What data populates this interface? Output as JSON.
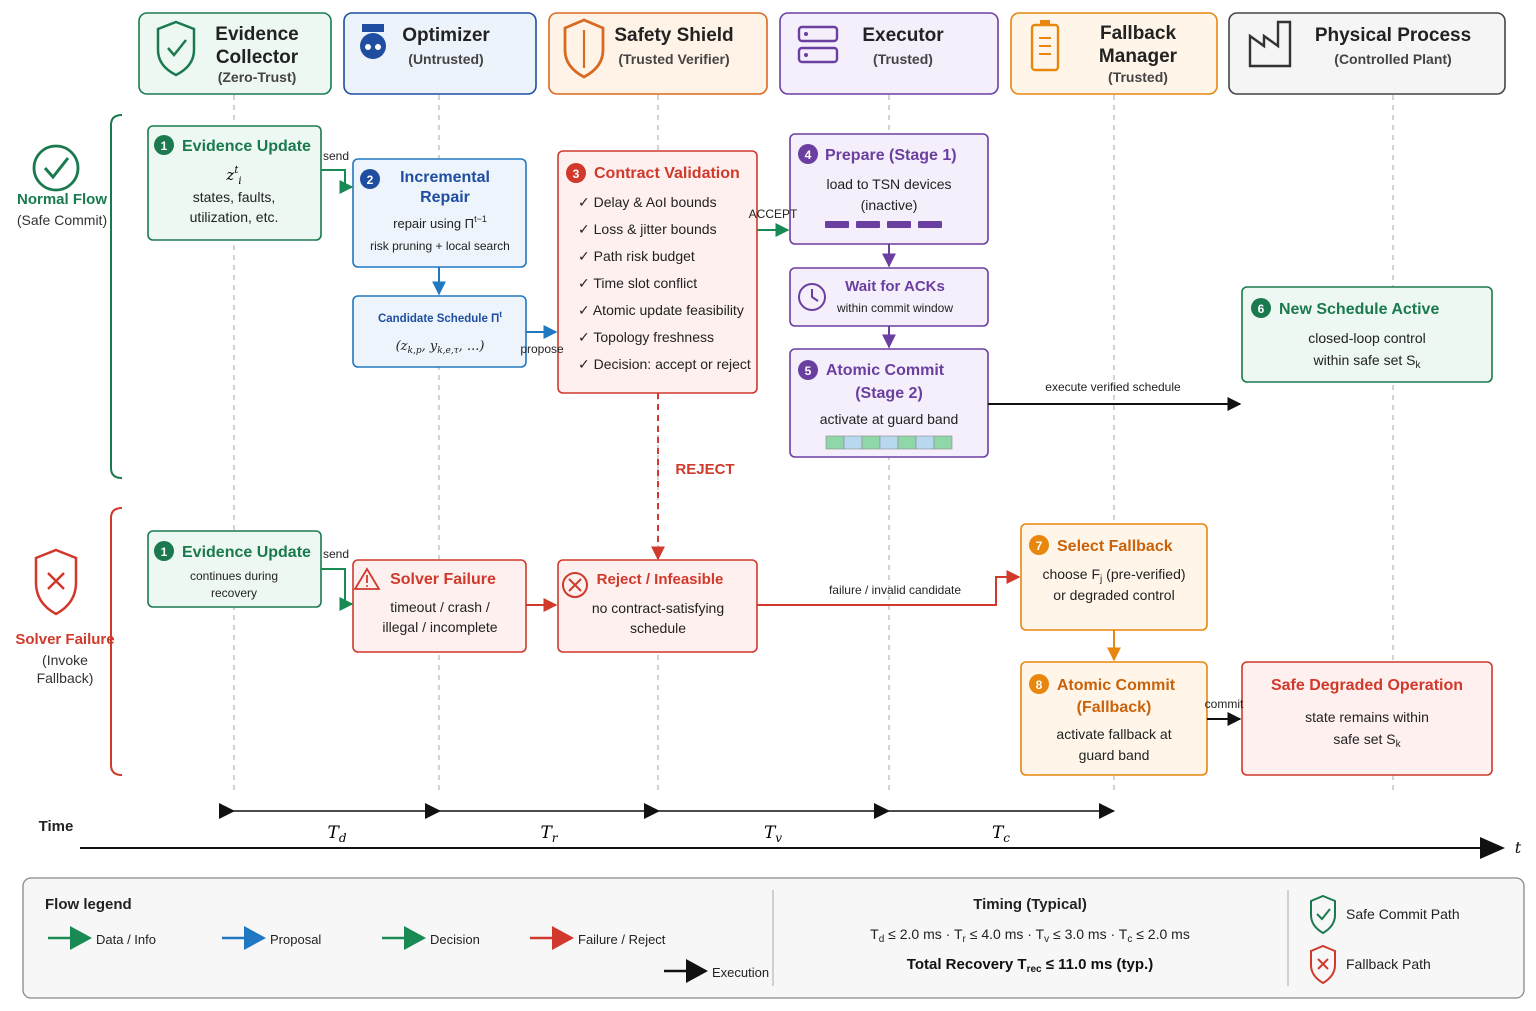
{
  "lanes": [
    {
      "title_lines": [
        "Evidence",
        "Collector"
      ],
      "subtitle": "(Zero-Trust)",
      "icon": "shield-check-icon",
      "color": "#1a7a4e"
    },
    {
      "title_lines": [
        "Optimizer"
      ],
      "subtitle": "(Untrusted)",
      "icon": "robot-icon",
      "color": "#1f4ea1"
    },
    {
      "title_lines": [
        "Safety Shield"
      ],
      "subtitle": "(Trusted Verifier)",
      "icon": "shield-icon",
      "color": "#d86a1f"
    },
    {
      "title_lines": [
        "Executor"
      ],
      "subtitle": "(Trusted)",
      "icon": "server-icon",
      "color": "#6b3fa0"
    },
    {
      "title_lines": [
        "Fallback",
        "Manager"
      ],
      "subtitle": "(Trusted)",
      "icon": "battery-icon",
      "color": "#e8860e"
    },
    {
      "title_lines": [
        "Physical Process"
      ],
      "subtitle": "(Controlled Plant)",
      "icon": "factory-icon",
      "color": "#444444"
    }
  ],
  "side": {
    "normal": {
      "title": "Normal Flow",
      "subtitle": "(Safe Commit)"
    },
    "failure": {
      "title": "Solver Failure",
      "subtitle_lines": [
        "(Invoke",
        "Fallback)"
      ]
    }
  },
  "boxes": {
    "evidence_update": {
      "num": "1",
      "title": "Evidence Update",
      "z": "z",
      "z_sup": "t",
      "z_sub": "i",
      "lines": [
        "states, faults,",
        "utilization, etc."
      ]
    },
    "incremental_repair": {
      "num": "2",
      "title_lines": [
        "Incremental",
        "Repair"
      ],
      "line1": "repair using Π",
      "line1_sup": "t−1",
      "line2": "risk pruning + local search"
    },
    "candidate": {
      "title": "Candidate Schedule Π",
      "title_sup": "t",
      "formula": "(z",
      "formula_sub1": "k,p",
      "formula_mid": ", y",
      "formula_sub2": "k,e,τ",
      "formula_end": ", ...)"
    },
    "contract": {
      "num": "3",
      "title": "Contract Validation",
      "items": [
        "✓ Delay & AoI bounds",
        "✓ Loss & jitter bounds",
        "✓ Path risk budget",
        "✓ Time slot conflict",
        "✓ Atomic update feasibility",
        "✓ Topology freshness",
        "✓ Decision: accept or reject"
      ]
    },
    "prepare": {
      "num": "4",
      "title": "Prepare (Stage 1)",
      "lines": [
        "load to TSN devices",
        "(inactive)"
      ]
    },
    "wait": {
      "title": "Wait for ACKs",
      "sub": "within commit window"
    },
    "atomic": {
      "num": "5",
      "title_lines": [
        "Atomic Commit",
        "(Stage 2)"
      ],
      "line": "activate at guard band"
    },
    "new_schedule": {
      "num": "6",
      "title": "New Schedule Active",
      "line1": "closed-loop control",
      "line2": "within safe set S",
      "line2_sub": "k"
    },
    "evidence_update2": {
      "num": "1",
      "title": "Evidence Update",
      "lines": [
        "continues during",
        "recovery"
      ]
    },
    "solver_failure": {
      "title": "Solver Failure",
      "lines": [
        "timeout / crash /",
        "illegal / incomplete"
      ]
    },
    "reject": {
      "title": "Reject / Infeasible",
      "lines": [
        "no contract-satisfying",
        "schedule"
      ]
    },
    "select_fallback": {
      "num": "7",
      "title": "Select Fallback",
      "line1": "choose F",
      "line1_sub": "j",
      "line1_end": " (pre-verified)",
      "line2": "or degraded control"
    },
    "atomic_fallback": {
      "num": "8",
      "title_lines": [
        "Atomic Commit",
        "(Fallback)"
      ],
      "lines": [
        "activate fallback at",
        "guard band"
      ]
    },
    "safe_degraded": {
      "title": "Safe Degraded Operation",
      "line1": "state remains within",
      "line2": "safe set S",
      "line2_sub": "k"
    }
  },
  "arrow_labels": {
    "send": "send",
    "send2": "send",
    "propose": "propose",
    "accept": "ACCEPT",
    "reject": "REJECT",
    "execute": "execute verified schedule",
    "failure_invalid": "failure / invalid candidate",
    "commit": "commit"
  },
  "timeline": {
    "label": "Time",
    "intervals": [
      {
        "sym": "T",
        "sub": "d"
      },
      {
        "sym": "T",
        "sub": "r"
      },
      {
        "sym": "T",
        "sub": "v"
      },
      {
        "sym": "T",
        "sub": "c"
      }
    ],
    "t": "t"
  },
  "legend": {
    "title": "Flow legend",
    "items": [
      {
        "label": "Data / Info",
        "color": "#1a8a55"
      },
      {
        "label": "Proposal",
        "color": "#1f78c1"
      },
      {
        "label": "Decision",
        "color": "#1a8a55"
      },
      {
        "label": "Failure / Reject",
        "color": "#d0392b"
      },
      {
        "label": "Execution",
        "color": "#111111"
      }
    ],
    "timing_title": "Timing (Typical)",
    "timing_line": [
      {
        "s": "T",
        "sub": "d",
        "v": " ≤ 2.0 ms · "
      },
      {
        "s": "T",
        "sub": "r",
        "v": " ≤ 4.0 ms · "
      },
      {
        "s": "T",
        "sub": "v",
        "v": " ≤ 3.0 ms · "
      },
      {
        "s": "T",
        "sub": "c",
        "v": " ≤ 2.0 ms"
      }
    ],
    "total_prefix": "Total Recovery T",
    "total_sub": "rec",
    "total_suffix": " ≤ 11.0 ms (typ.)",
    "safe_path": "Safe Commit Path",
    "fallback_path": "Fallback Path"
  }
}
